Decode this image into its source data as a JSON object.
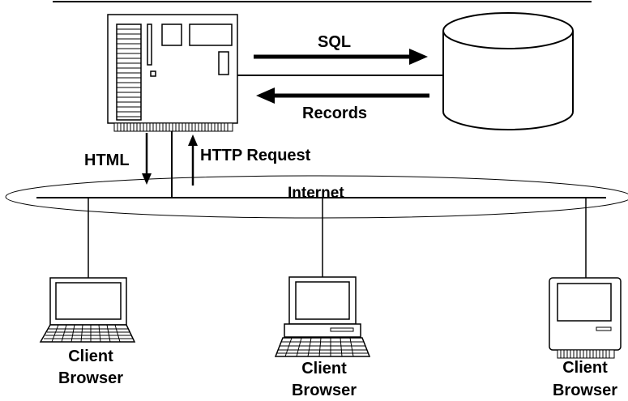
{
  "labels": {
    "sql": "SQL",
    "records": "Records",
    "html": "HTML",
    "http_request": "HTTP Request",
    "internet": "Internet"
  },
  "clients": [
    {
      "line1": "Client",
      "line2": "Browser",
      "device": "laptop-icon"
    },
    {
      "line1": "Client",
      "line2": "Browser",
      "device": "desktop-computer-icon"
    },
    {
      "line1": "Client",
      "line2": "Browser",
      "device": "all-in-one-computer-icon"
    }
  ],
  "nodes": {
    "server": "server-icon",
    "database": "database-cylinder-icon",
    "network": "internet-ellipse"
  },
  "colors": {
    "ink": "#000000",
    "background": "#ffffff"
  }
}
